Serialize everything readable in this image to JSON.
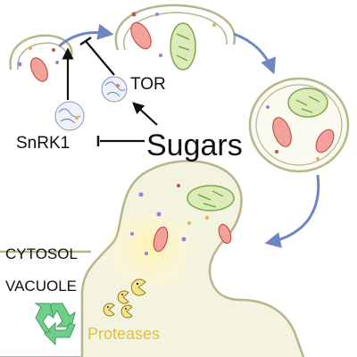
{
  "labels": {
    "tor": "TOR",
    "snrk1": "SnRK1",
    "sugars": "Sugars",
    "cytosol": "CYTOSOL",
    "vacuole": "VACUOLE",
    "proteases": "Proteases"
  },
  "colors": {
    "cycle_arrow": "#6e86c2",
    "membrane": "#b7b58a",
    "membrane_fill": "#f4f3e0",
    "mito_fill": "#f2a29a",
    "mito_stroke": "#c0534b",
    "chloro_fill": "#dcebb8",
    "chloro_stroke": "#7aa84a",
    "recycle": "#6fcf8a",
    "proteases_text": "#d9c24a",
    "glow": "#fff6c7"
  },
  "icons": [
    "recycle-icon",
    "protease-icon",
    "protein-complex-icon"
  ]
}
